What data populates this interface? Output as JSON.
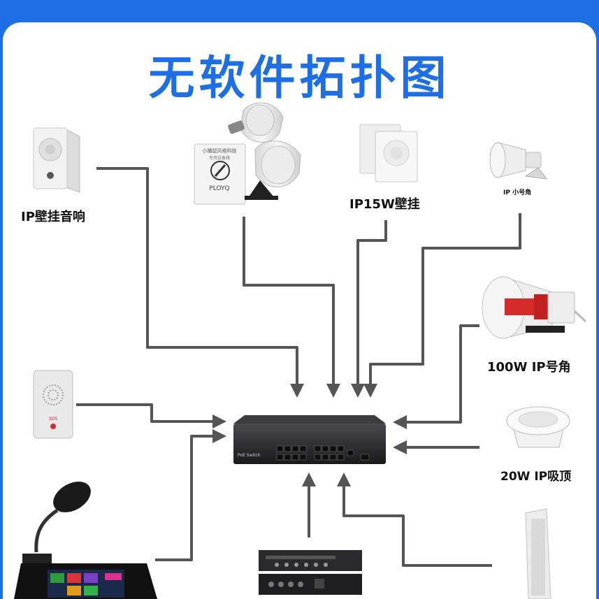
{
  "title": "无软件拓扑图",
  "devices": {
    "wall_speaker": "IP壁挂音响",
    "box_brand": "PLOYQ",
    "box_line1": "小播鼠风格科技",
    "box_line2": "专用设备箱",
    "panel_15w": "IP15W壁挂",
    "small_horn": "IP 小号角",
    "horn_100w": "100W IP号角",
    "ceiling_20w": "20W IP吸顶",
    "intercom_text": "SOS",
    "switch_text": "PoE Switch"
  },
  "colors": {
    "title": "#1e6ee6",
    "background": "#1e6ee6",
    "arrow": "#555555",
    "switch": "#2b2b2e"
  }
}
